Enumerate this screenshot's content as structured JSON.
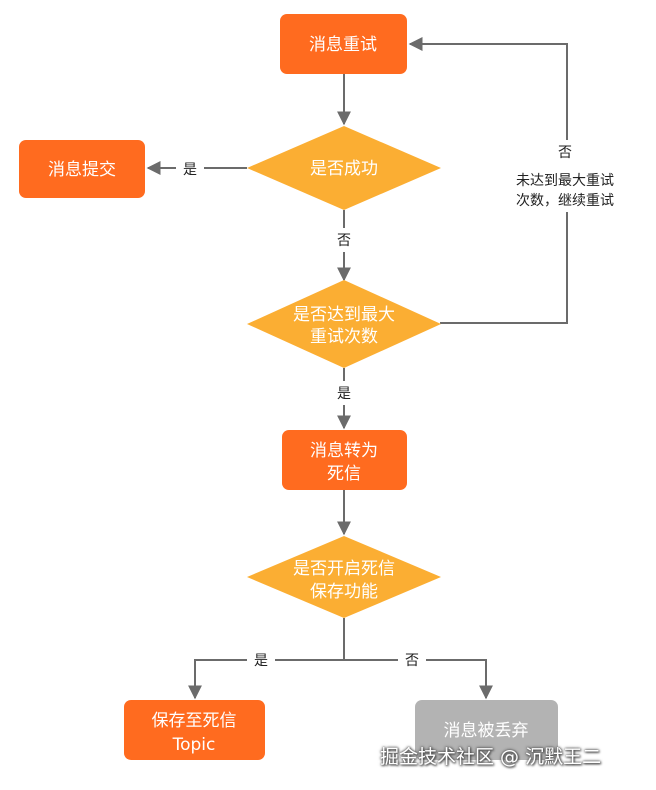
{
  "colors": {
    "process": "#ff6b1f",
    "decision": "#fbae33",
    "discarded": "#b3b3b3",
    "edge": "#6b6b6b"
  },
  "nodes": {
    "retry": "消息重试",
    "submit": "消息提交",
    "success_check": "是否成功",
    "max_retry_check_line1": "是否达到最大",
    "max_retry_check_line2": "重试次数",
    "to_dead_letter_line1": "消息转为",
    "to_dead_letter_line2": "死信",
    "dead_letter_enabled_line1": "是否开启死信",
    "dead_letter_enabled_line2": "保存功能",
    "save_dead_letter_line1": "保存至死信",
    "save_dead_letter_line2": "Topic",
    "discarded": "消息被丢弃"
  },
  "edges": {
    "success_yes": "是",
    "success_no": "否",
    "max_yes": "是",
    "max_no": "否",
    "max_no_note_line1": "未达到最大重试",
    "max_no_note_line2": "次数，继续重试",
    "dl_yes": "是",
    "dl_no": "否"
  },
  "watermark": "掘金技术社区 @ 沉默王二"
}
